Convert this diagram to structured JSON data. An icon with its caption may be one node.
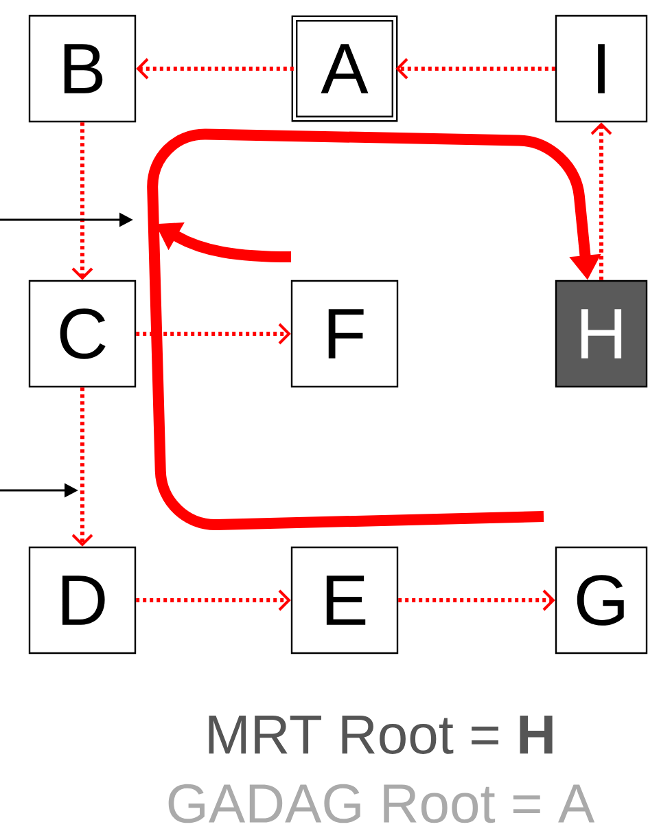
{
  "diagram": {
    "nodes": [
      {
        "text": [
          "B"
        ]
      },
      {
        "text": [
          "A"
        ]
      },
      {
        "text": [
          "I"
        ]
      },
      {
        "text": [
          "C"
        ]
      },
      {
        "text": [
          "F"
        ]
      },
      {
        "text": [
          "H"
        ]
      },
      {
        "text": [
          "D"
        ]
      },
      {
        "text": [
          "E"
        ]
      },
      {
        "text": [
          "G"
        ]
      }
    ],
    "edges": [
      {
        "from": 1,
        "to": 0,
        "arrow": "to",
        "style": "dashed"
      },
      {
        "from": 2,
        "to": 1,
        "arrow": "to",
        "style": "dashed"
      },
      {
        "from": 0,
        "to": 3,
        "arrow": "to",
        "style": "dashed"
      },
      {
        "from": 3,
        "to": 4,
        "arrow": "to",
        "style": "dashed"
      },
      {
        "from": 5,
        "to": 2,
        "arrow": "to",
        "style": "dashed"
      },
      {
        "from": 3,
        "to": 6,
        "arrow": "to",
        "style": "dashed"
      },
      {
        "from": 6,
        "to": 7,
        "arrow": "to",
        "style": "dashed"
      },
      {
        "from": 7,
        "to": 8,
        "arrow": "to",
        "style": "dashed"
      },
      {
        "from": null,
        "to": 5,
        "arrow": "to",
        "style": "thick"
      }
    ],
    "labels": [
      "MRT Root = **H**",
      "GADAG Root = A"
    ]
  }
}
